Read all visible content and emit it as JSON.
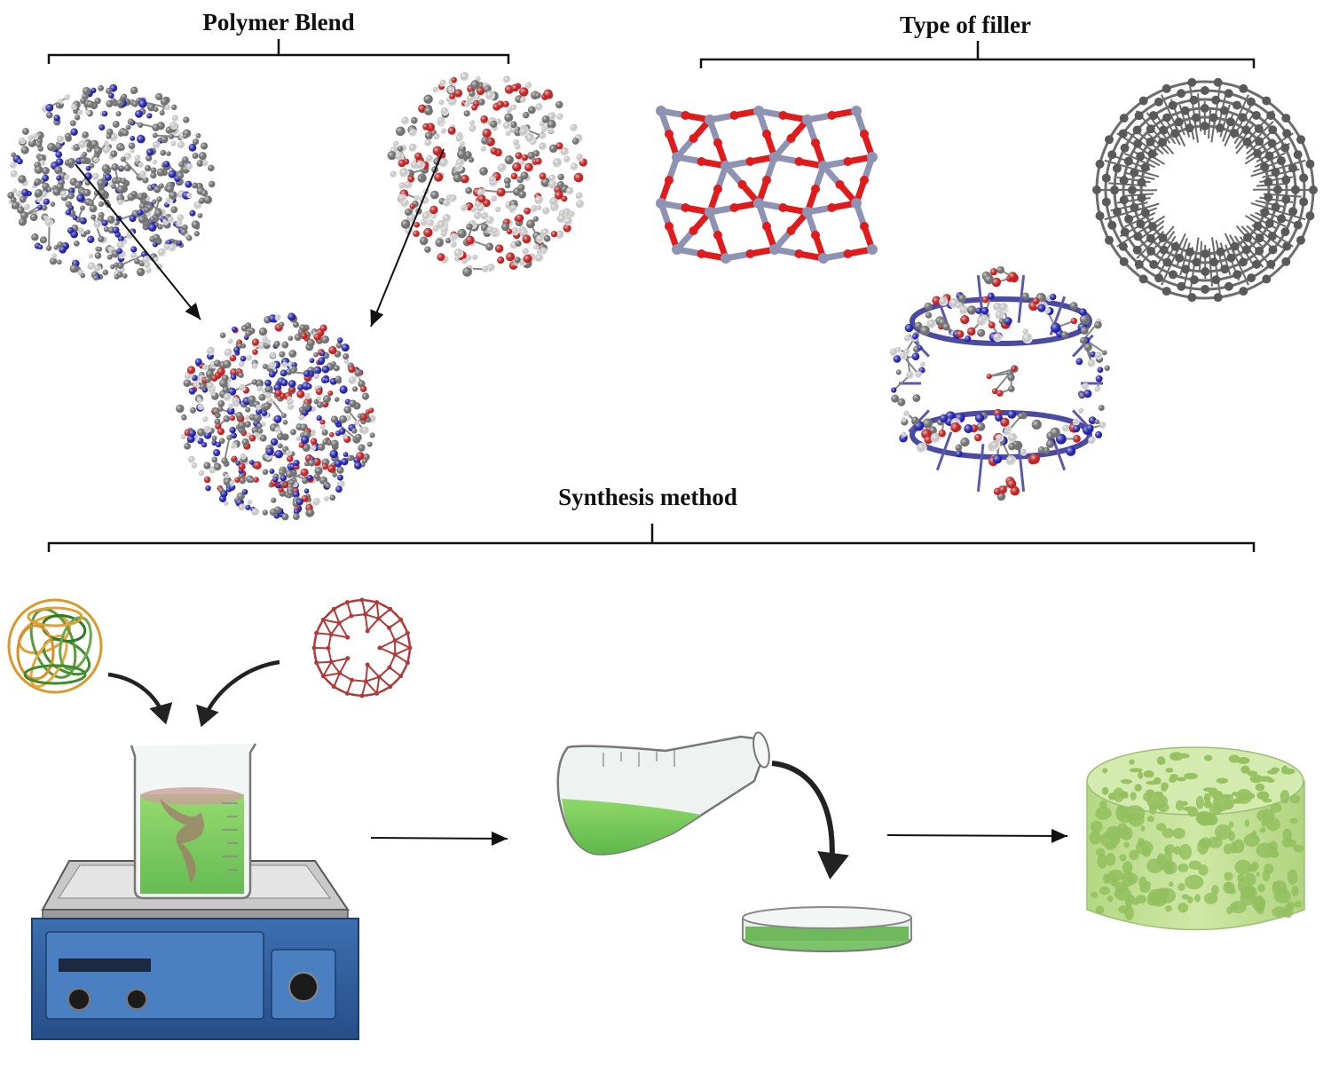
{
  "sections": {
    "polymer_blend": {
      "title": "Polymer Blend"
    },
    "type_of_filler": {
      "title": "Type of filler"
    },
    "synthesis_method": {
      "title": "Synthesis method"
    }
  },
  "colors": {
    "atom_nitrogen": "#1f1fc8",
    "atom_oxygen": "#e01b1b",
    "atom_carbon": "#7a7a7a",
    "atom_hydrogen": "#eeeeee",
    "atom_silicon": "#8e93b3",
    "liquid_green": "#7fcf5a",
    "scaffold_green": "#bfe08e",
    "stirrer_blue": "#2f5fa0",
    "fullerene_red": "#b03a3a"
  },
  "icons": [
    "polymer-1-molecule-icon",
    "polymer-2-molecule-icon",
    "polymer-blend-molecule-icon",
    "zeolite-filler-icon",
    "carbon-nanotube-icon",
    "mof-cage-icon",
    "polymer-ball-icon",
    "fullerene-icon",
    "beaker-on-stirrer-icon",
    "flask-pouring-icon",
    "petri-dish-icon",
    "porous-scaffold-icon"
  ]
}
